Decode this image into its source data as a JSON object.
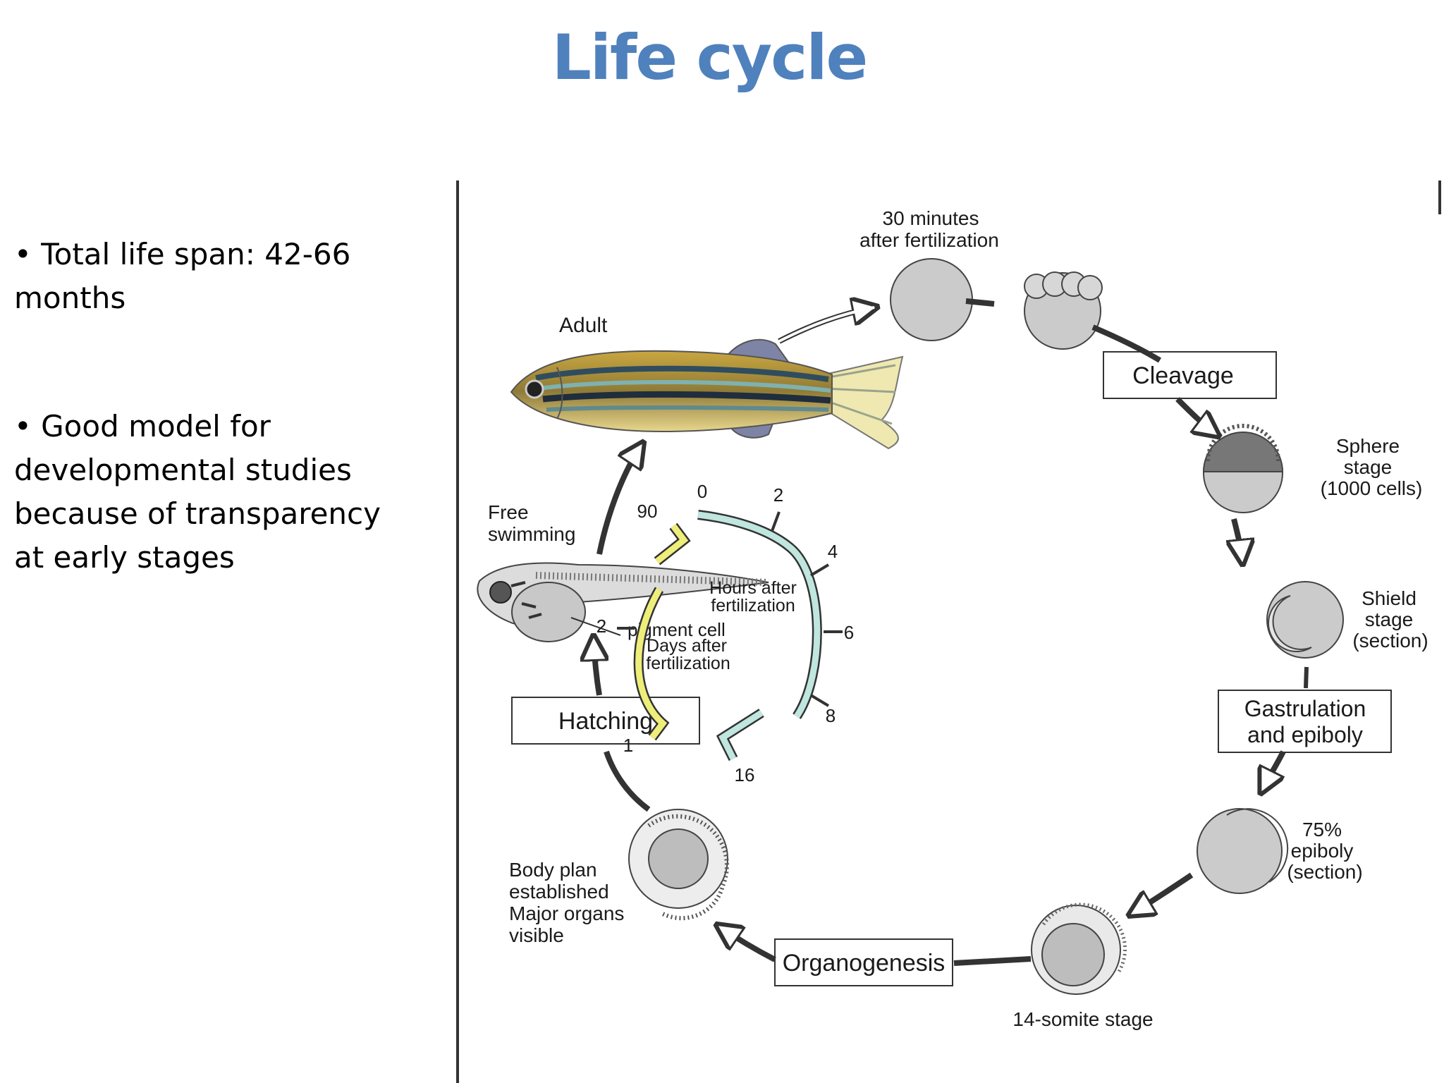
{
  "title": "Life cycle",
  "bullets": [
    "• Total life span: 42-66 months",
    "• Good model for\ndevelopmental studies\nbecause of transparency\nat early stages"
  ],
  "diagram": {
    "stage_labels": {
      "thirty_min_line1": "30 minutes",
      "thirty_min_line2": "after fertilization",
      "adult": "Adult",
      "sphere_line1": "Sphere",
      "sphere_line2": "stage",
      "sphere_line3": "(1000 cells)",
      "shield_line1": "Shield",
      "shield_line2": "stage",
      "shield_line3": "(section)",
      "epiboly_line1": "75%",
      "epiboly_line2": "epiboly",
      "epiboly_line3": "(section)",
      "somite": "14-somite stage",
      "body_line1": "Body plan",
      "body_line2": "established",
      "body_line3": "Major organs",
      "body_line4": "visible",
      "free_line1": "Free",
      "free_line2": "swimming",
      "pigment": "pigment cell"
    },
    "phase_boxes": {
      "cleavage": "Cleavage",
      "gastrulation_line1": "Gastrulation",
      "gastrulation_line2": "and epiboly",
      "organogenesis": "Organogenesis",
      "hatching": "Hatching"
    },
    "timeline": {
      "hours_label_line1": "Hours after",
      "hours_label_line2": "fertilization",
      "days_label_line1": "Days after",
      "days_label_line2": "fertilization",
      "hour_ticks": [
        "0",
        "2",
        "4",
        "6",
        "8",
        "16"
      ],
      "day_ticks": [
        "1",
        "2",
        "90"
      ]
    },
    "colors": {
      "hours_arc": "#bfe6df",
      "days_arc": "#eeee7a",
      "embryo_fill": "#c8c8c8",
      "outline": "#333333"
    }
  }
}
